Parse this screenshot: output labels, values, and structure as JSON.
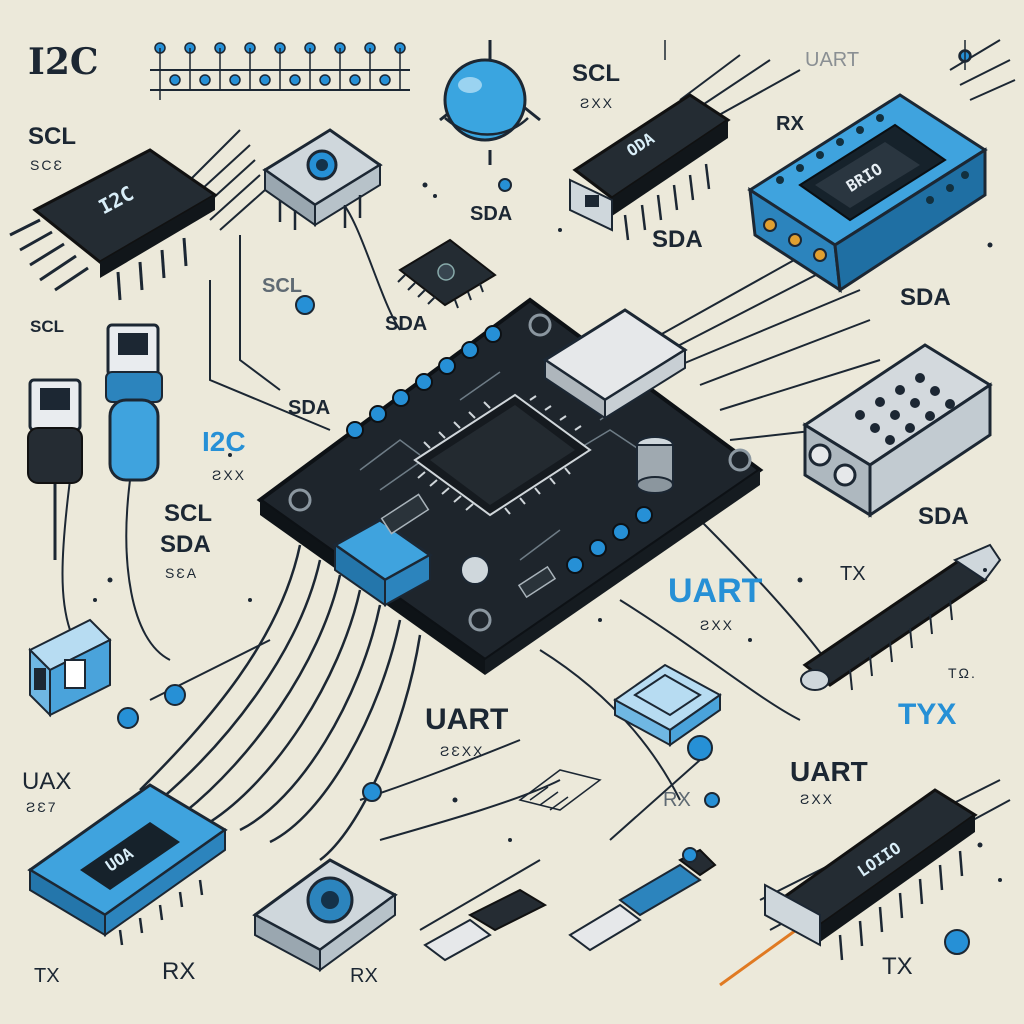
{
  "colors": {
    "background": "#ece9da",
    "ink": "#1c2733",
    "accent_blue": "#2690d6",
    "board": "#1e252c",
    "orange_wire": "#e07a22"
  },
  "labels": {
    "i2c_top_left": "I2C",
    "scl_left": "SCL",
    "scl_left_sub": "SCƐ",
    "scl_top": "SCL",
    "scl_top_sub": "ƧXX",
    "uart_top": "UART",
    "rx_top": "RX",
    "sda_mid1": "SDA",
    "sda_mid2": "SDA",
    "sda_right1": "SDA",
    "scl_mid": "SCL",
    "sda_mid3": "SDA",
    "scl_far_left": "SCL",
    "sda_lower_left": "SDA",
    "i2c_center": "I2C",
    "i2c_center_sub": "ƧXX",
    "scl_stack": "SCL",
    "sda_stack": "SDA",
    "sda_stack_sub": "SƐA",
    "sda_right2": "SDA",
    "uart_right": "UART",
    "uart_right_sub": "ƧXX",
    "tx_right": "TX",
    "uart_center": "UART",
    "uart_center_sub": "ƧƐXX",
    "rx_center": "RX",
    "txy_right": "TYX",
    "tq_right": "TΩ.",
    "uart_lower_right": "UART",
    "uart_lower_right_sub": "ƧXX",
    "uax_left": "UAX",
    "uax_left_sub": "ƧƐ7",
    "tx_bottom_left": "TX",
    "rx_bottom_left": "RX",
    "rx_bottom_center": "RX",
    "tx_bottom_right": "TX"
  },
  "chip_texts": {
    "i2c_chip": "I2C",
    "oda_chip": "ODA",
    "brio_module": "BRIO",
    "usb_module": "UOA",
    "lower_right_chip": "LOIIO"
  }
}
